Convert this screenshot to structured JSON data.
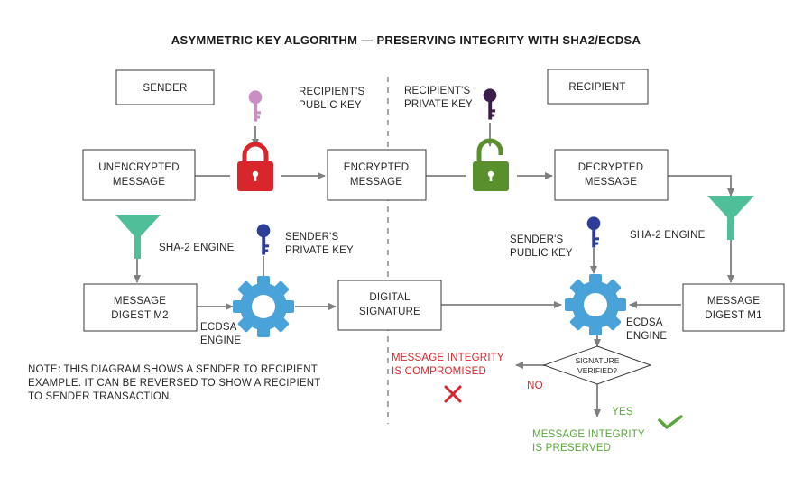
{
  "title": "ASYMMETRIC KEY ALGORITHM — PRESERVING INTEGRITY WITH SHA2/ECDSA",
  "labels": {
    "sender": "SENDER",
    "recipient": "RECIPIENT",
    "recipients_public_key": [
      "RECIPIENT'S",
      "PUBLIC KEY"
    ],
    "recipients_private_key": [
      "RECIPIENT'S",
      "PRIVATE KEY"
    ],
    "senders_private_key": [
      "SENDER'S",
      "PRIVATE KEY"
    ],
    "senders_public_key": [
      "SENDER'S",
      "PUBLIC KEY"
    ],
    "sha2_engine": "SHA-2 ENGINE",
    "ecdsa_engine": [
      "ECDSA",
      "ENGINE"
    ]
  },
  "boxes": {
    "unencrypted": [
      "UNENCRYPTED",
      "MESSAGE"
    ],
    "encrypted": [
      "ENCRYPTED",
      "MESSAGE"
    ],
    "decrypted": [
      "DECRYPTED",
      "MESSAGE"
    ],
    "digest_m2": [
      "MESSAGE",
      "DIGEST M2"
    ],
    "signature": [
      "DIGITAL",
      "SIGNATURE"
    ],
    "digest_m1": [
      "MESSAGE",
      "DIGEST M1"
    ]
  },
  "decision": {
    "label": [
      "SIGNATURE",
      "VERIFIED?"
    ],
    "no": "NO",
    "yes": "YES"
  },
  "outcomes": {
    "compromised": [
      "MESSAGE INTEGRITY",
      "IS COMPROMISED"
    ],
    "preserved": [
      "MESSAGE INTEGRITY",
      "IS PRESERVED"
    ]
  },
  "note": [
    "NOTE: THIS DIAGRAM SHOWS A SENDER TO RECIPIENT",
    "EXAMPLE. IT CAN BE REVERSED TO SHOW A RECIPIENT",
    "TO SENDER TRANSACTION."
  ],
  "colors": {
    "lock_red": "#d9262c",
    "lock_green": "#5a8f2e",
    "funnel": "#4fbf9a",
    "gear": "#4aa3d8",
    "key_pink": "#c98fc4",
    "key_purple": "#3b1f4a",
    "key_blue": "#2c3e99"
  }
}
